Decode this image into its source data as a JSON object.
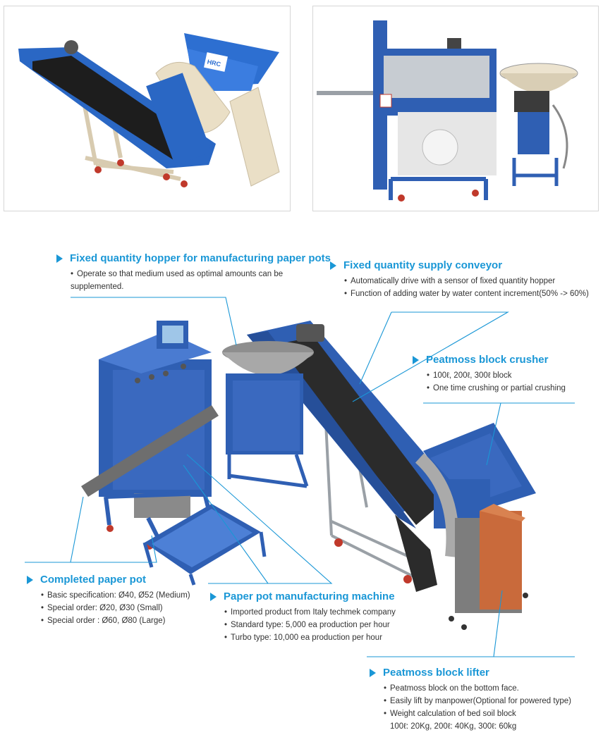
{
  "photos": [
    {
      "name": "hopper-conveyor-photo",
      "logo_text": "HRC"
    },
    {
      "name": "paper-pot-machine-photo"
    }
  ],
  "callouts": {
    "hopper": {
      "title": "Fixed quantity hopper for manufacturing paper pots",
      "items": [
        "Operate so that medium used as optimal amounts can be supplemented."
      ]
    },
    "conveyor": {
      "title": "Fixed quantity supply conveyor",
      "items": [
        "Automatically drive with a sensor of fixed quantity hopper",
        "Function of adding water by water content increment(50% -> 60%)"
      ]
    },
    "crusher": {
      "title": "Peatmoss block crusher",
      "items": [
        "100ℓ, 200ℓ, 300ℓ block",
        "One time crushing or partial crushing"
      ]
    },
    "completed": {
      "title": "Completed paper pot",
      "items": [
        "Basic specification: Ø40, Ø52 (Medium)",
        "Special order: Ø20, Ø30 (Small)",
        "Special order : Ø60, Ø80 (Large)"
      ]
    },
    "machine": {
      "title": "Paper pot manufacturing machine",
      "items": [
        "Imported product from Italy techmek company",
        "Standard type: 5,000 ea production per hour",
        "Turbo type: 10,000 ea production per hour"
      ]
    },
    "lifter": {
      "title": "Peatmoss block lifter",
      "items": [
        "Peatmoss block on the bottom face.",
        "Easily lift by manpower(Optional for powered type)",
        "Weight calculation of bed soil block"
      ],
      "extra": "100ℓ: 20Kg, 200ℓ: 40Kg, 300ℓ: 60kg"
    }
  },
  "colors": {
    "accent": "#1a97d6",
    "machine_blue": "#2f5fb3",
    "panel_orange": "#c96a3b",
    "frame_grey": "#9aa0a6"
  }
}
